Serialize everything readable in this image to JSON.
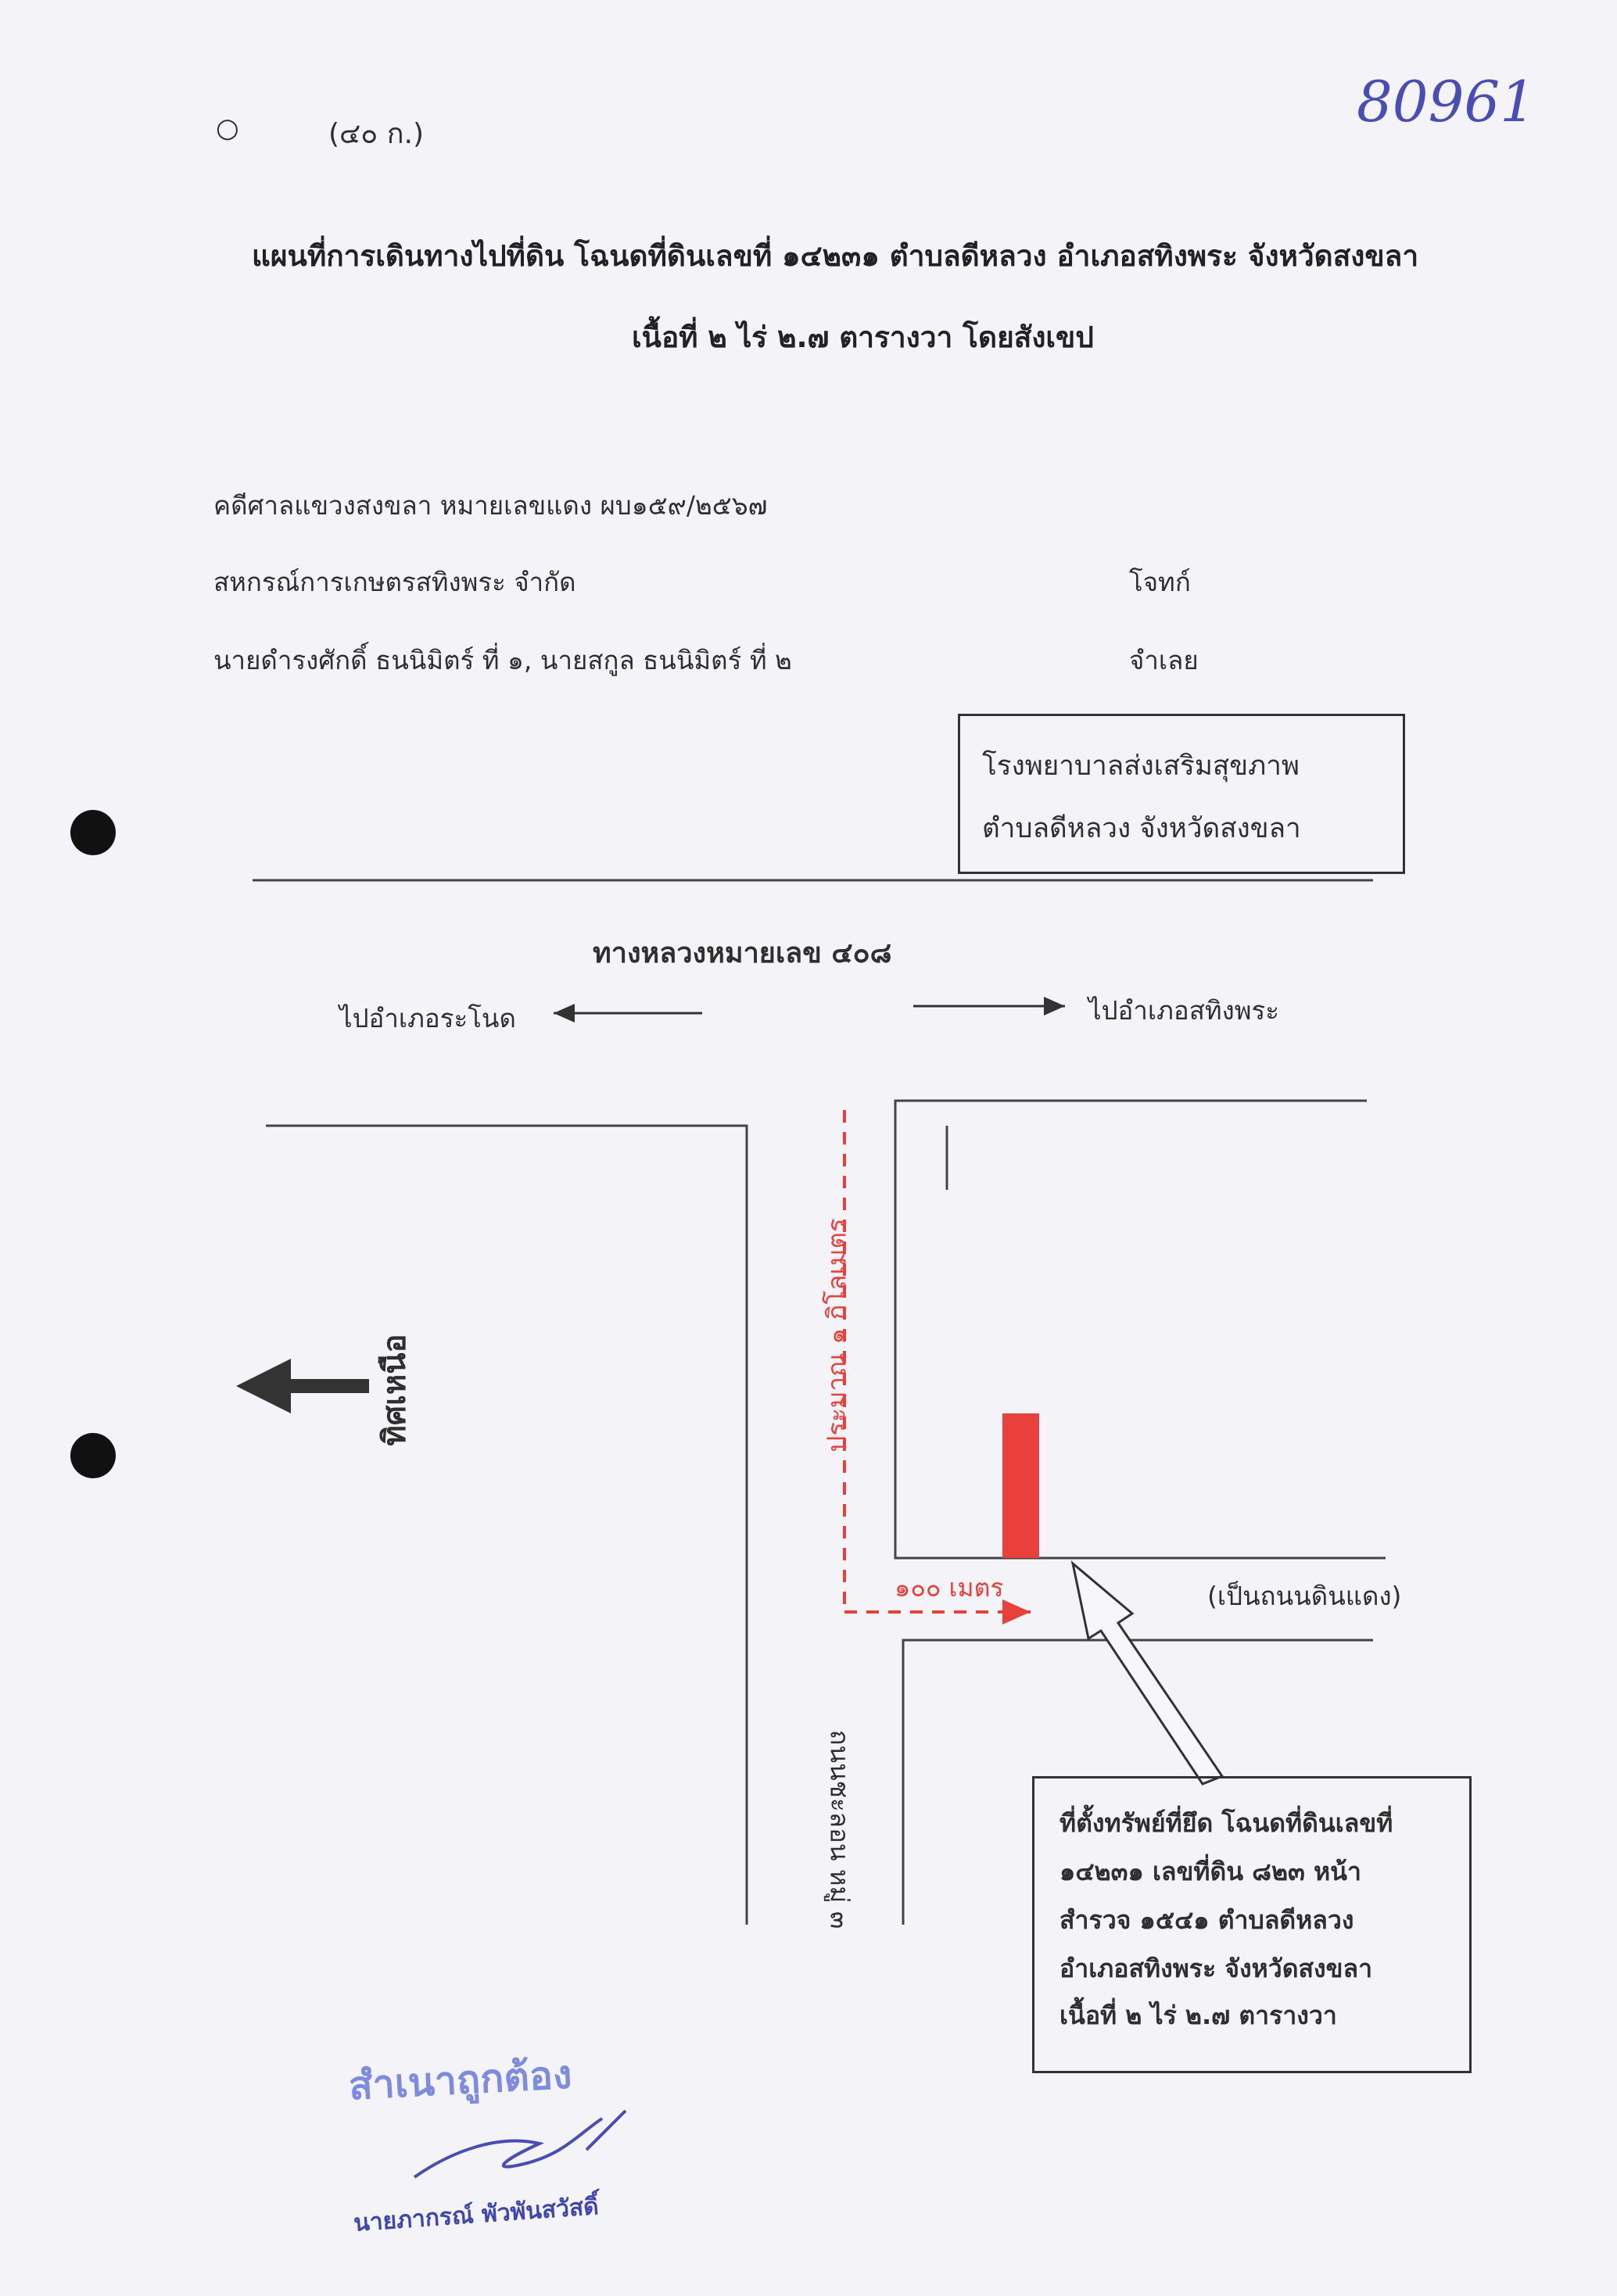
{
  "header": {
    "form_code": "(๔๐ ก.)",
    "handwritten_number": "80961"
  },
  "title": {
    "line1": "แผนที่การเดินทางไปที่ดิน โฉนดที่ดินเลขที่ ๑๔๒๓๑ ตำบลดีหลวง อำเภอสทิงพระ จังหวัดสงขลา",
    "line2": "เนื้อที่ ๒ ไร่ ๒.๗ ตารางวา โดยสังเขป"
  },
  "case": {
    "court_line": "คดีศาลแขวงสงขลา หมายเลขแดง ผบ๑๕๙/๒๕๖๗",
    "plaintiff_name": "สหกรณ์การเกษตรสทิงพระ จำกัด",
    "plaintiff_role": "โจทก์",
    "defendant_name": "นายดำรงศักดิ์ ธนนิมิตร์ ที่ ๑, นายสกูล ธนนิมิตร์ ที่ ๒",
    "defendant_role": "จำเลย"
  },
  "hospital_box": {
    "line1": "โรงพยาบาลส่งเสริมสุขภาพ",
    "line2": "ตำบลดีหลวง จังหวัดสงขลา"
  },
  "map": {
    "highway_label": "ทางหลวงหมายเลข ๔๐๘",
    "to_ranot": "ไปอำเภอระโนด",
    "to_sathingphra": "ไปอำเภอสทิงพระ",
    "north_label": "ทิศเหนือ",
    "distance_km": "ประมาณ ๑ กิโลเมตร",
    "distance_m": "๑๐๐ เมตร",
    "dirt_road": "(เป็นถนนดินแดง)",
    "side_road": "ถนนชะลอน หมู่ ๓",
    "accent_color": "#e8413c"
  },
  "location_box": {
    "line1": "ที่ตั้งทรัพย์ที่ยึด โฉนดที่ดินเลขที่",
    "line2": "๑๔๒๓๑ เลขที่ดิน ๘๒๓ หน้า",
    "line3": "สำรวจ ๑๕๔๑ ตำบลดีหลวง",
    "line4": "อำเภอสทิงพระ จังหวัดสงขลา",
    "line5": "เนื้อที่ ๒ ไร่ ๒.๗ ตารางวา"
  },
  "certification": {
    "stamp": "สำเนาถูกต้อง",
    "signer": "นายภากรณ์ พัวพันสวัสดิ์"
  }
}
